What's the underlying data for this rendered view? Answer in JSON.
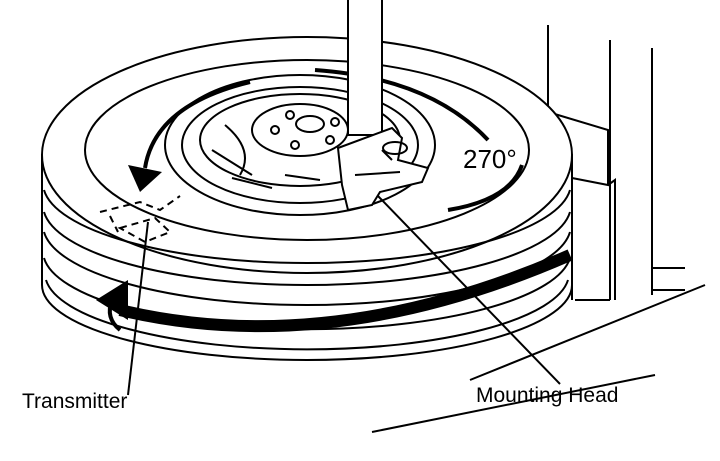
{
  "labels": {
    "transmitter": "Transmitter",
    "mounting_head": "Mounting Head",
    "rotation_angle": "270°"
  },
  "colors": {
    "line": "#000000",
    "fill": "#ffffff",
    "machine_shade": "#f2f2f2"
  }
}
